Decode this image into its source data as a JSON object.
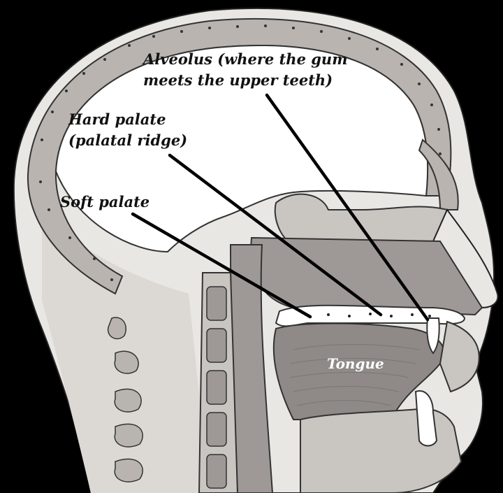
{
  "labels": {
    "alveolus_line1": "Alveolus (where the gum",
    "alveolus_line2": "meets the upper teeth)",
    "hard_palate_line1": "Hard palate",
    "hard_palate_line2": "(palatal ridge)",
    "soft_palate": "Soft palate",
    "tongue": "Tongue"
  },
  "colors": {
    "background": "#000000",
    "skull_cavity": "#ffffff",
    "bone": "#c9c5c1",
    "soft_tissue": "#9e9996",
    "label_text": "#111111",
    "leader_line": "#000000"
  }
}
